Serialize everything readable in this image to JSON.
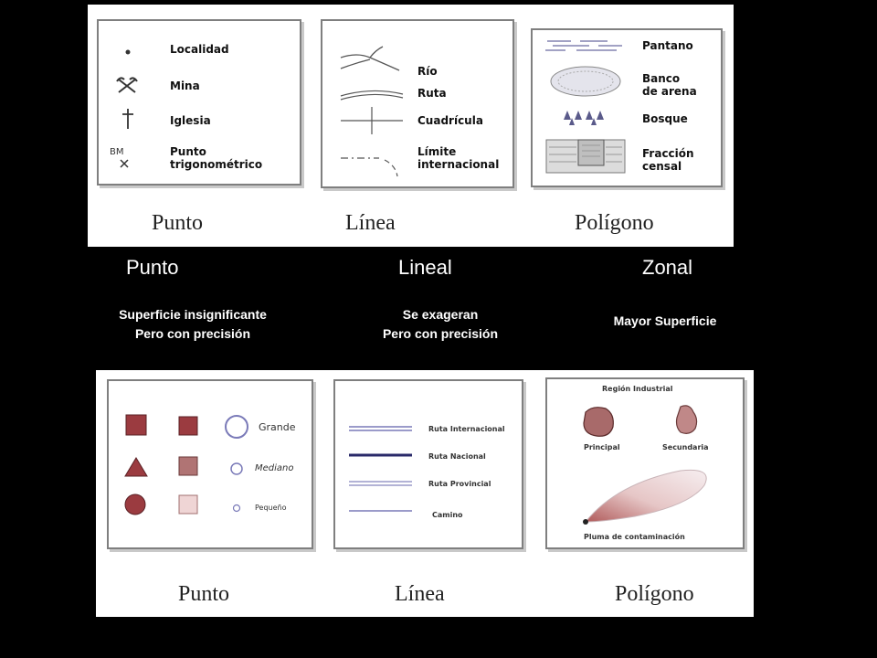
{
  "top_figure": {
    "punto_labels": [
      "Localidad",
      "Mina",
      "Iglesia",
      "Punto",
      "trigonométrico"
    ],
    "bm_label": "BM",
    "linea_labels": [
      "Río",
      "Ruta",
      "Cuadrícula",
      "Límite",
      "internacional"
    ],
    "poligono_labels": [
      "Pantano",
      "Banco",
      "de arena",
      "Bosque",
      "Fracción",
      "censal"
    ],
    "captions": [
      "Punto",
      "Línea",
      "Polígono"
    ]
  },
  "headings": {
    "punto": "Punto",
    "lineal": "Lineal",
    "zonal": "Zonal"
  },
  "descriptions": {
    "punto": [
      "Superficie insignificante",
      "Pero con precisión"
    ],
    "lineal": [
      "Se exageran",
      "Pero con precisión"
    ],
    "zonal": [
      "Mayor Superficie"
    ]
  },
  "bottom_figure": {
    "punto_labels": [
      "Grande",
      "Mediano",
      "Pequeño"
    ],
    "linea_labels": [
      "Ruta Internacional",
      "Ruta Nacional",
      "Ruta Provincial",
      "Camino"
    ],
    "poligono_labels": [
      "Región Industrial",
      "Principal",
      "Secundaria",
      "Pluma de contaminación"
    ],
    "captions": [
      "Punto",
      "Línea",
      "Polígono"
    ]
  },
  "colors": {
    "symbol_red": "#9b3b40",
    "symbol_pink": "#b07474",
    "line_blue": "#7a7ab8",
    "dark_navy": "#2a2a6a"
  }
}
